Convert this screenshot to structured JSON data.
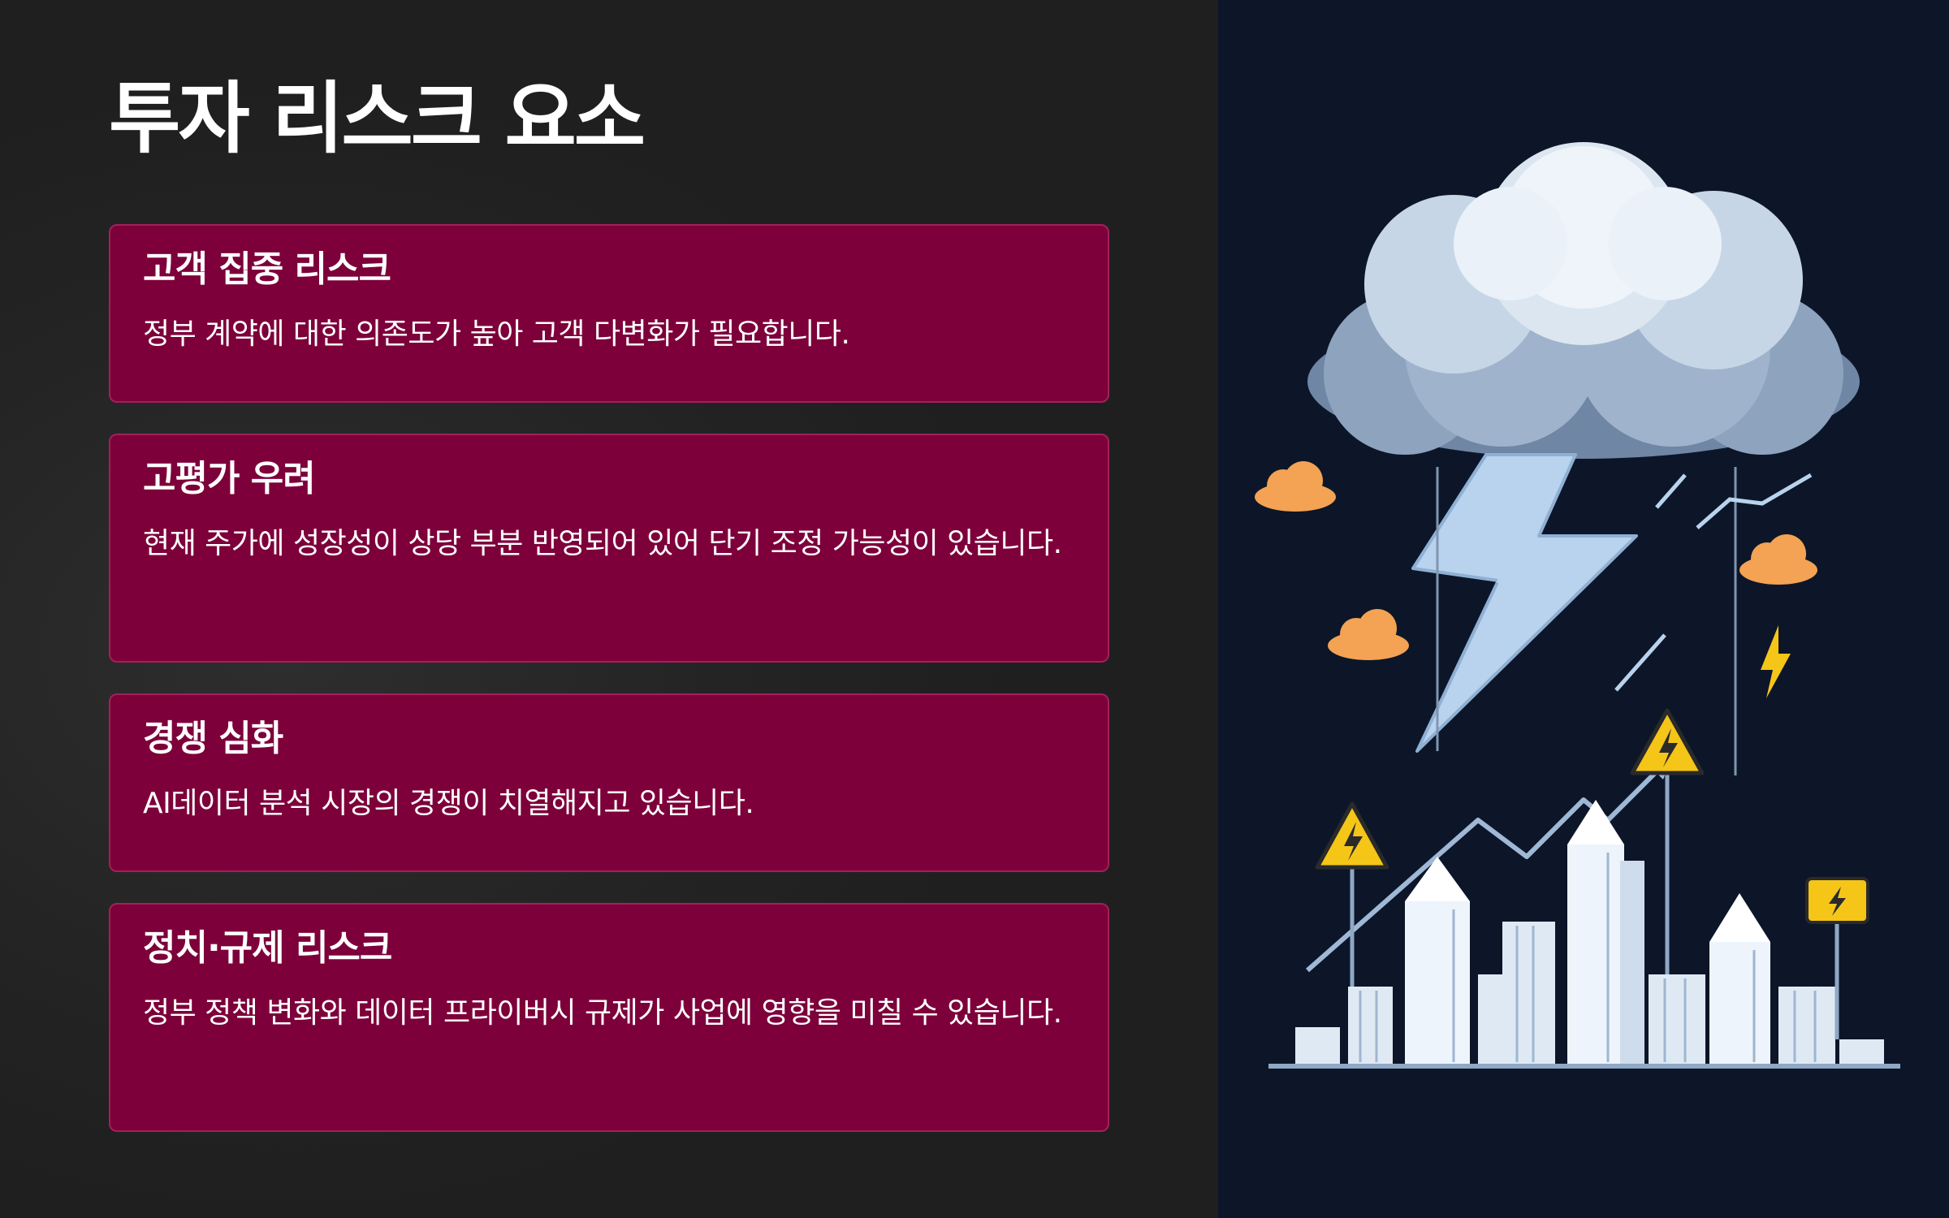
{
  "slide": {
    "title": "투자 리스크 요소",
    "risks": [
      {
        "title": "고객 집중 리스크",
        "description": "정부 계약에 대한 의존도가 높아 고객 다변화가 필요합니다."
      },
      {
        "title": "고평가 우려",
        "description": "현재 주가에 성장성이 상당 부분 반영되어 있어 단기 조정 가능성이 있습니다."
      },
      {
        "title": "경쟁 심화",
        "description": "AI데이터 분석 시장의 경쟁이 치열해지고 있습니다."
      },
      {
        "title": "정치·규제 리스크",
        "description": "정부 정책 변화와 데이터 프라이버시 규제가 사업에 영향을 미칠 수 있습니다."
      }
    ]
  },
  "illustration": {
    "subject": "storm-cloud-lightning-city",
    "colors": {
      "card_bg": "#7d003a",
      "panel_bg": "#0c1628",
      "warning": "#f5c518",
      "small_cloud": "#f4a253",
      "lightning": "#b9d3ee"
    }
  }
}
